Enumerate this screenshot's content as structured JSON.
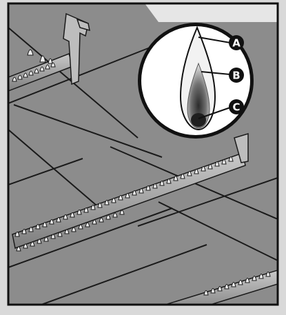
{
  "figure": {
    "background_color": "#8c8c8c",
    "frame_color": "#111111",
    "outer_margin_color": "#d9d9d9",
    "flame_color": "#ececec",
    "burner_color": "#a8a8a8"
  },
  "callout": {
    "labels": [
      {
        "id": "a",
        "text": "A"
      },
      {
        "id": "b",
        "text": "B"
      },
      {
        "id": "c",
        "text": "C"
      }
    ],
    "badge_color": "#111111",
    "badge_text_color": "#ffffff",
    "magnifier_fill": "#ffffff"
  }
}
